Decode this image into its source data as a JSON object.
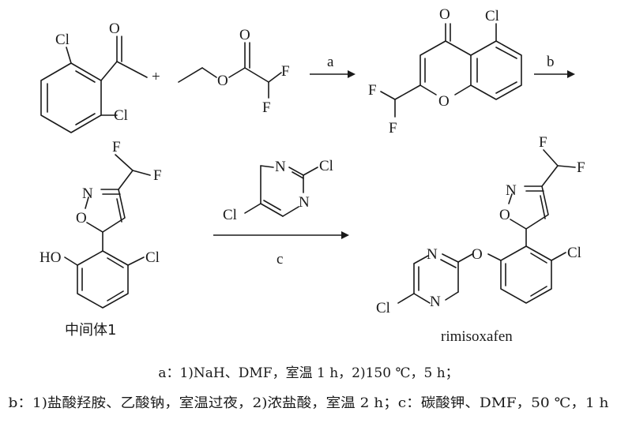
{
  "scheme": {
    "reagent_labels": {
      "a": "a",
      "b": "b",
      "c": "c",
      "plus": "+"
    },
    "compound_labels": {
      "intermediate": "中间体1",
      "product": "rimisoxafen"
    },
    "atoms": {
      "cl": "Cl",
      "o": "O",
      "f": "F",
      "n": "N",
      "ho": "HO"
    },
    "conditions": {
      "line1": "a：1)NaH、DMF，室温 1 h，2)150 ℃，5 h；",
      "line2": "b：1)盐酸羟胺、乙酸钠，室温过夜，2)浓盐酸，室温 2 h；c：碳酸钾、DMF，50 ℃，1 h"
    }
  }
}
